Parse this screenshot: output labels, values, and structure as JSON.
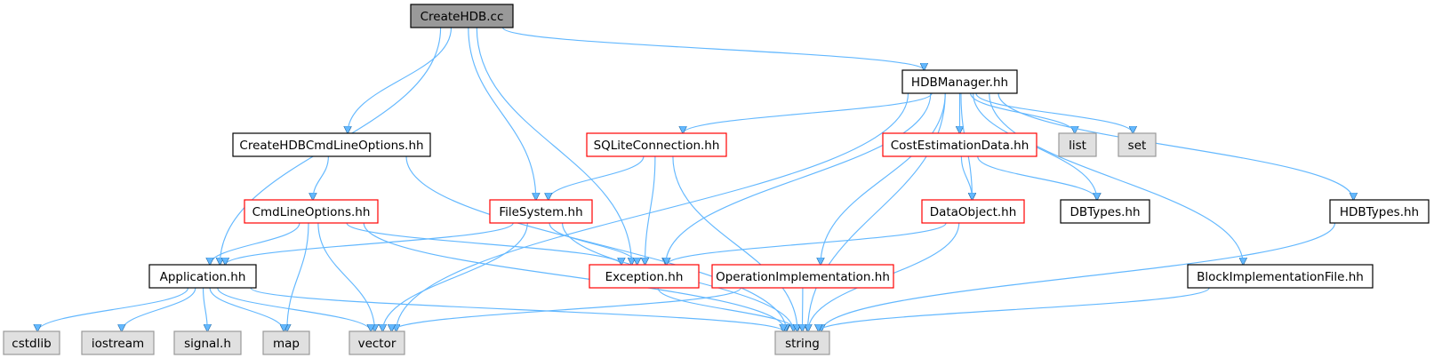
{
  "graph": {
    "colors": {
      "edge": "#63b8ff",
      "edge_dark": "#1e5f96",
      "root_fill": "#999999",
      "normal_border": "#000000",
      "error_border": "#ff0000",
      "system_fill": "#e0e0e0",
      "system_border": "#999999"
    },
    "nodes": [
      {
        "id": "createhdb",
        "label": "CreateHDB.cc",
        "kind": "root"
      },
      {
        "id": "hdbmanager",
        "label": "HDBManager.hh",
        "kind": "normal"
      },
      {
        "id": "createhdbcmdline",
        "label": "CreateHDBCmdLineOptions.hh",
        "kind": "normal"
      },
      {
        "id": "sqliteconnection",
        "label": "SQLiteConnection.hh",
        "kind": "error"
      },
      {
        "id": "costestimation",
        "label": "CostEstimationData.hh",
        "kind": "error"
      },
      {
        "id": "list",
        "label": "list",
        "kind": "system"
      },
      {
        "id": "set",
        "label": "set",
        "kind": "system"
      },
      {
        "id": "cmdlineoptions",
        "label": "CmdLineOptions.hh",
        "kind": "error"
      },
      {
        "id": "filesystem",
        "label": "FileSystem.hh",
        "kind": "error"
      },
      {
        "id": "dataobject",
        "label": "DataObject.hh",
        "kind": "error"
      },
      {
        "id": "dbtypes",
        "label": "DBTypes.hh",
        "kind": "normal"
      },
      {
        "id": "hdbtypes",
        "label": "HDBTypes.hh",
        "kind": "normal"
      },
      {
        "id": "application",
        "label": "Application.hh",
        "kind": "normal"
      },
      {
        "id": "exception",
        "label": "Exception.hh",
        "kind": "error"
      },
      {
        "id": "operationimpl",
        "label": "OperationImplementation.hh",
        "kind": "error"
      },
      {
        "id": "blockimpl",
        "label": "BlockImplementationFile.hh",
        "kind": "normal"
      },
      {
        "id": "cstdlib",
        "label": "cstdlib",
        "kind": "system"
      },
      {
        "id": "iostream",
        "label": "iostream",
        "kind": "system"
      },
      {
        "id": "signal",
        "label": "signal.h",
        "kind": "system"
      },
      {
        "id": "map",
        "label": "map",
        "kind": "system"
      },
      {
        "id": "vector",
        "label": "vector",
        "kind": "system"
      },
      {
        "id": "string",
        "label": "string",
        "kind": "system"
      }
    ],
    "edges": [
      {
        "from": "createhdb",
        "to": "hdbmanager"
      },
      {
        "from": "createhdb",
        "to": "createhdbcmdline"
      },
      {
        "from": "createhdb",
        "to": "application"
      },
      {
        "from": "createhdb",
        "to": "filesystem"
      },
      {
        "from": "createhdb",
        "to": "exception"
      },
      {
        "from": "hdbmanager",
        "to": "sqliteconnection"
      },
      {
        "from": "hdbmanager",
        "to": "costestimation"
      },
      {
        "from": "hdbmanager",
        "to": "list"
      },
      {
        "from": "hdbmanager",
        "to": "set"
      },
      {
        "from": "hdbmanager",
        "to": "dataobject"
      },
      {
        "from": "hdbmanager",
        "to": "dbtypes"
      },
      {
        "from": "hdbmanager",
        "to": "hdbtypes"
      },
      {
        "from": "hdbmanager",
        "to": "blockimpl"
      },
      {
        "from": "hdbmanager",
        "to": "operationimpl"
      },
      {
        "from": "hdbmanager",
        "to": "exception"
      },
      {
        "from": "hdbmanager",
        "to": "vector"
      },
      {
        "from": "hdbmanager",
        "to": "string"
      },
      {
        "from": "createhdbcmdline",
        "to": "cmdlineoptions"
      },
      {
        "from": "createhdbcmdline",
        "to": "string"
      },
      {
        "from": "sqliteconnection",
        "to": "filesystem"
      },
      {
        "from": "sqliteconnection",
        "to": "exception"
      },
      {
        "from": "sqliteconnection",
        "to": "string"
      },
      {
        "from": "costestimation",
        "to": "dataobject"
      },
      {
        "from": "costestimation",
        "to": "dbtypes"
      },
      {
        "from": "cmdlineoptions",
        "to": "application"
      },
      {
        "from": "cmdlineoptions",
        "to": "exception"
      },
      {
        "from": "cmdlineoptions",
        "to": "map"
      },
      {
        "from": "cmdlineoptions",
        "to": "vector"
      },
      {
        "from": "cmdlineoptions",
        "to": "string"
      },
      {
        "from": "filesystem",
        "to": "application"
      },
      {
        "from": "filesystem",
        "to": "exception"
      },
      {
        "from": "filesystem",
        "to": "vector"
      },
      {
        "from": "filesystem",
        "to": "string"
      },
      {
        "from": "dataobject",
        "to": "exception"
      },
      {
        "from": "dataobject",
        "to": "string"
      },
      {
        "from": "hdbtypes",
        "to": "string"
      },
      {
        "from": "application",
        "to": "cstdlib"
      },
      {
        "from": "application",
        "to": "iostream"
      },
      {
        "from": "application",
        "to": "signal"
      },
      {
        "from": "application",
        "to": "map"
      },
      {
        "from": "application",
        "to": "vector"
      },
      {
        "from": "application",
        "to": "string"
      },
      {
        "from": "exception",
        "to": "string"
      },
      {
        "from": "operationimpl",
        "to": "vector"
      },
      {
        "from": "operationimpl",
        "to": "string"
      },
      {
        "from": "blockimpl",
        "to": "string"
      }
    ]
  }
}
